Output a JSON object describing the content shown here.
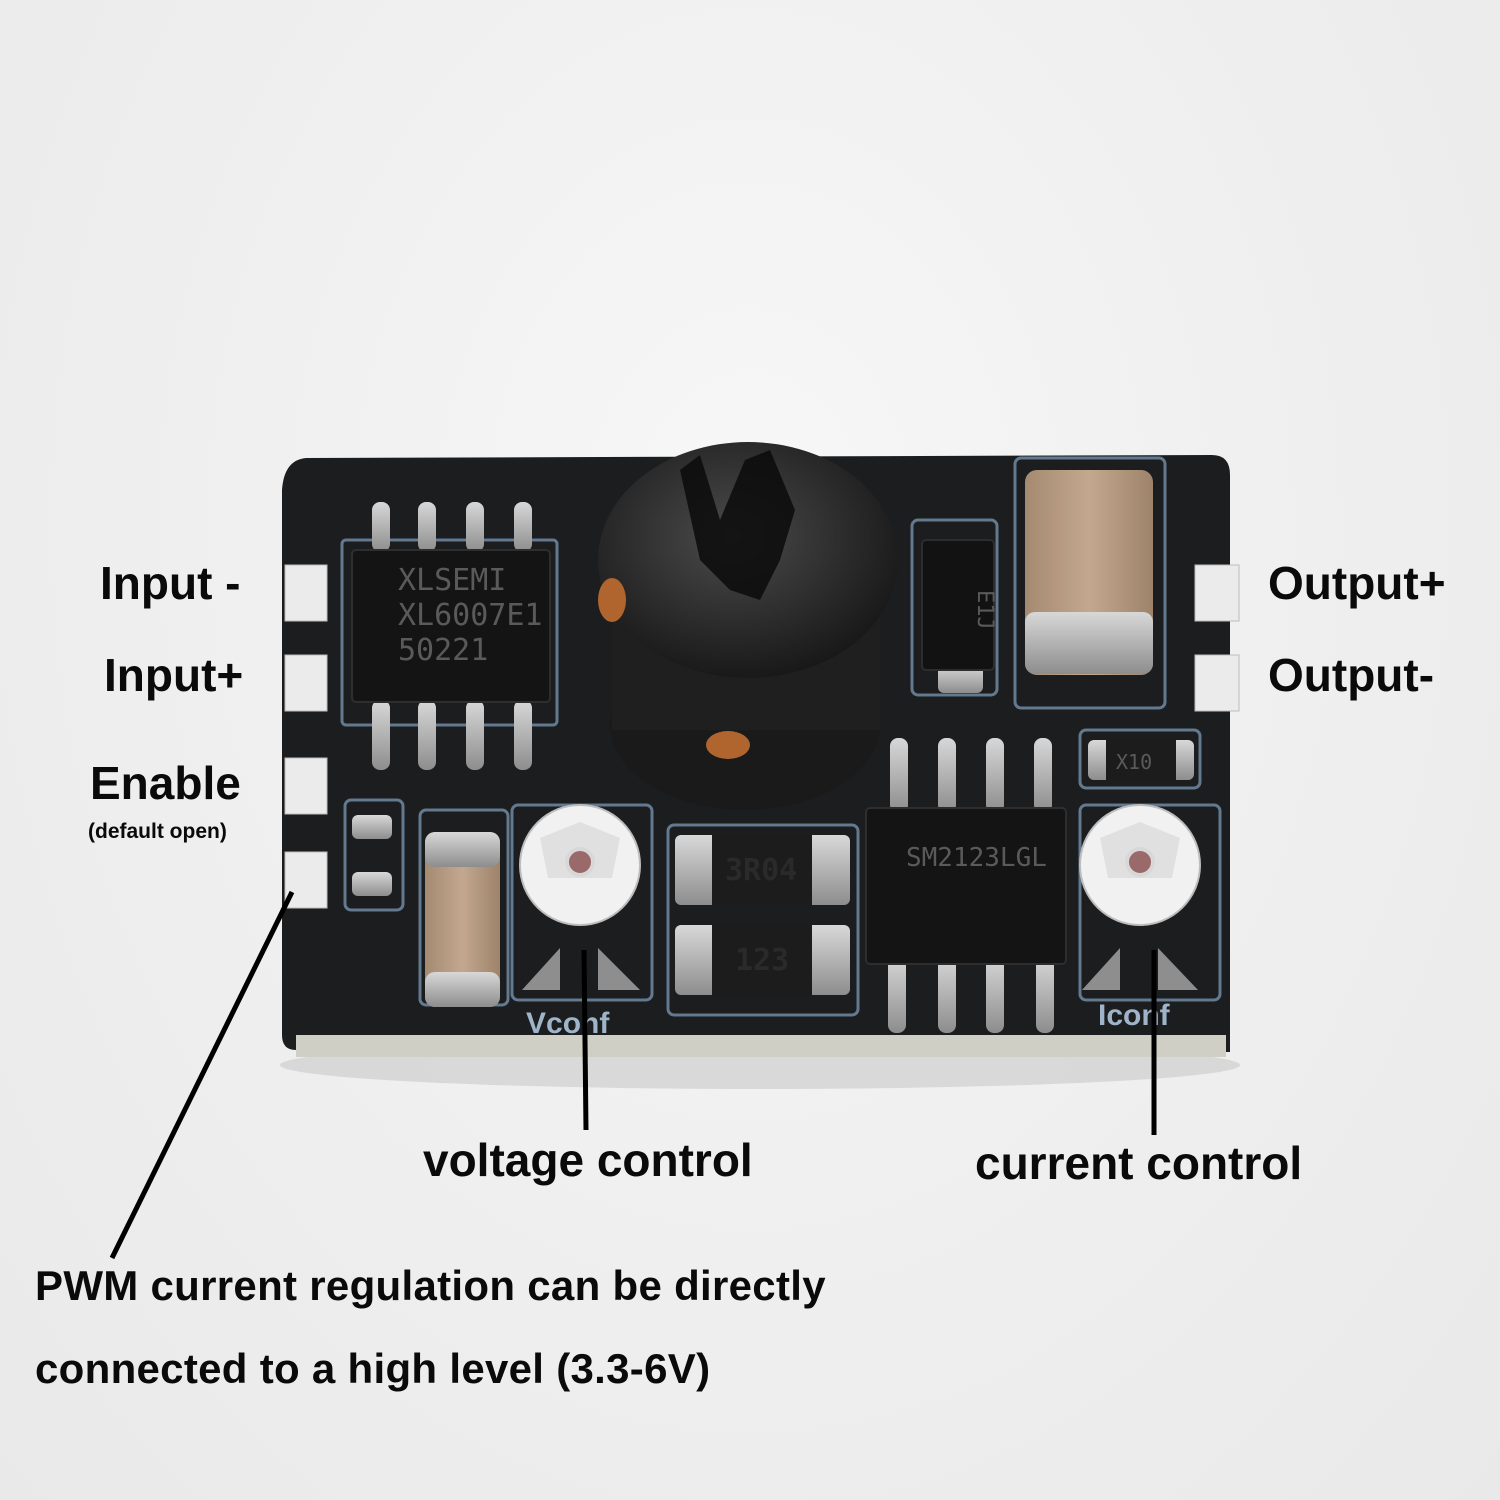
{
  "pins": {
    "input_minus": "Input -",
    "input_plus": "Input+",
    "enable": "Enable",
    "enable_note": "(default open)",
    "output_plus": "Output+",
    "output_minus": "Output-"
  },
  "pots": {
    "voltage_label": "voltage control",
    "current_label": "current control"
  },
  "silkscreen": {
    "vconf": "Vconf",
    "iconf": "Iconf"
  },
  "chips": {
    "controller": [
      "XLSEMI",
      "XL6007E1",
      "50221"
    ],
    "regulator": [
      "SM2123LGL"
    ],
    "diode": "E1J",
    "resistor_top": "3R04",
    "resistor_bottom": "123",
    "resistor_small": "X10"
  },
  "note": {
    "line1": "PWM current regulation can be directly",
    "line2": "connected to a high level (3.3-6V)"
  },
  "colors": {
    "pcb": "#1b1d1f",
    "silk": "#9fb4c8",
    "pad": "#ebebeb",
    "text": "#0a0a0a"
  }
}
